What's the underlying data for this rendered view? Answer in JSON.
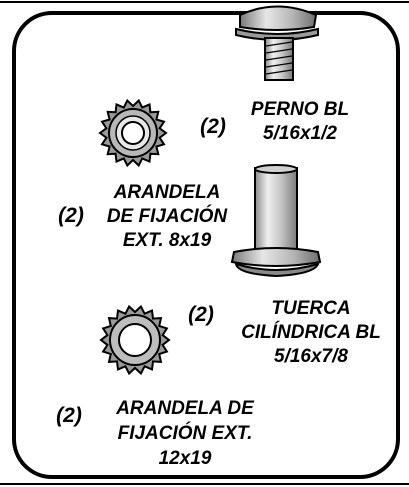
{
  "parts": [
    {
      "id": "perno",
      "name_lines": [
        "PERNO BL",
        "5/16x1/2"
      ],
      "quantity": "(2)",
      "icon": "carriage-bolt-icon"
    },
    {
      "id": "arandela-8x19",
      "name_lines": [
        "ARANDELA",
        "DE FIJACIÓN",
        "EXT. 8x19"
      ],
      "quantity": "(2)",
      "icon": "external-tooth-lock-washer-icon"
    },
    {
      "id": "tuerca",
      "name_lines": [
        "TUERCA",
        "CILÍNDRICA BL",
        "5/16x7/8"
      ],
      "quantity": "(2)",
      "icon": "barrel-nut-icon"
    },
    {
      "id": "arandela-12x19",
      "name_lines": [
        "ARANDELA DE",
        "FIJACIÓN EXT.",
        "12x19"
      ],
      "quantity": "(2)",
      "icon": "external-tooth-lock-washer-icon"
    }
  ],
  "colors": {
    "outline": "#000000",
    "metal_light": "#d9d9d9",
    "metal_mid": "#a6a6a6",
    "metal_dark": "#6e6e6e"
  }
}
